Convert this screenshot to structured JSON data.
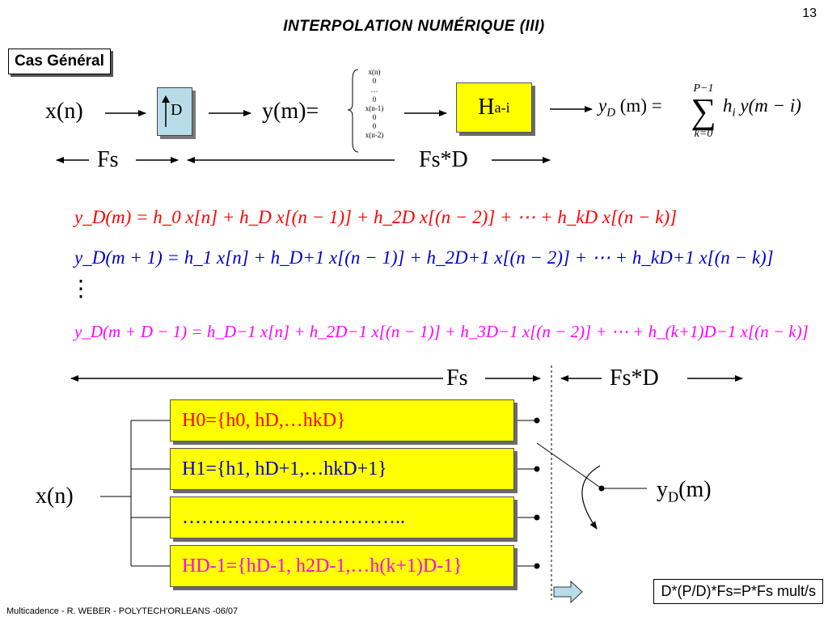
{
  "page_number": "13",
  "title": "INTERPOLATION NUMÉRIQUE (III)",
  "case_label": "Cas Général",
  "diagram": {
    "input": "x(n)",
    "upsampler": "D",
    "output_eq": "y(m)=",
    "sequence": [
      "x(n)",
      "0",
      "…",
      "0",
      "x(n-1)",
      "0",
      "0",
      "x(n-2)"
    ],
    "filter": "H",
    "filter_sub": "a-i",
    "rate_in": "Fs",
    "rate_out": "Fs*D"
  },
  "sum_formula": {
    "lhs": "y",
    "lhs_sub": "D",
    "arg": "(m) =",
    "upper": "P−1",
    "lower": "k=0",
    "body": "h",
    "body_sub": "i",
    "body_rest": "y(m − i)"
  },
  "equations": [
    {
      "color": "#ff0000",
      "text": "y_D(m) = h_0 x[n] + h_D x[(n − 1)] + h_2D x[(n − 2)] + ⋯ + h_kD x[(n − k)]"
    },
    {
      "color": "#0000cc",
      "text": "y_D(m + 1) = h_1 x[n] + h_D+1 x[(n − 1)] + h_2D+1 x[(n − 2)] + ⋯ + h_kD+1 x[(n − k)]"
    },
    {
      "color": "#ff00ff",
      "text": "y_D(m + D − 1) = h_D−1 x[n] + h_2D−1 x[(n − 1)] + h_3D−1 x[(n − 2)] + ⋯ + h_(k+1)D−1 x[(n − k)]"
    }
  ],
  "vdots": "⋮",
  "polyphase": {
    "rate_in": "Fs",
    "rate_out": "Fs*D",
    "input": "x(n)",
    "output": "y",
    "output_sub": "D",
    "output_rest": "(m)",
    "filters": [
      {
        "name": "H0",
        "color": "#ff0000",
        "text": "H0={h0, hD,…hkD}"
      },
      {
        "name": "H1",
        "color": "#0000cc",
        "text": "H1={h1, hD+1,…hkD+1}"
      },
      {
        "name": "dots",
        "color": "#0000cc",
        "text": "…………………………….."
      },
      {
        "name": "HD-1",
        "color": "#ff00ff",
        "text": "HD-1={hD-1, h2D-1,…h(k+1)D-1}"
      }
    ]
  },
  "result": "D*(P/D)*Fs=P*Fs mult/s",
  "footer": "Multicadence - R. WEBER - POLYTECH'ORLEANS -06/07"
}
